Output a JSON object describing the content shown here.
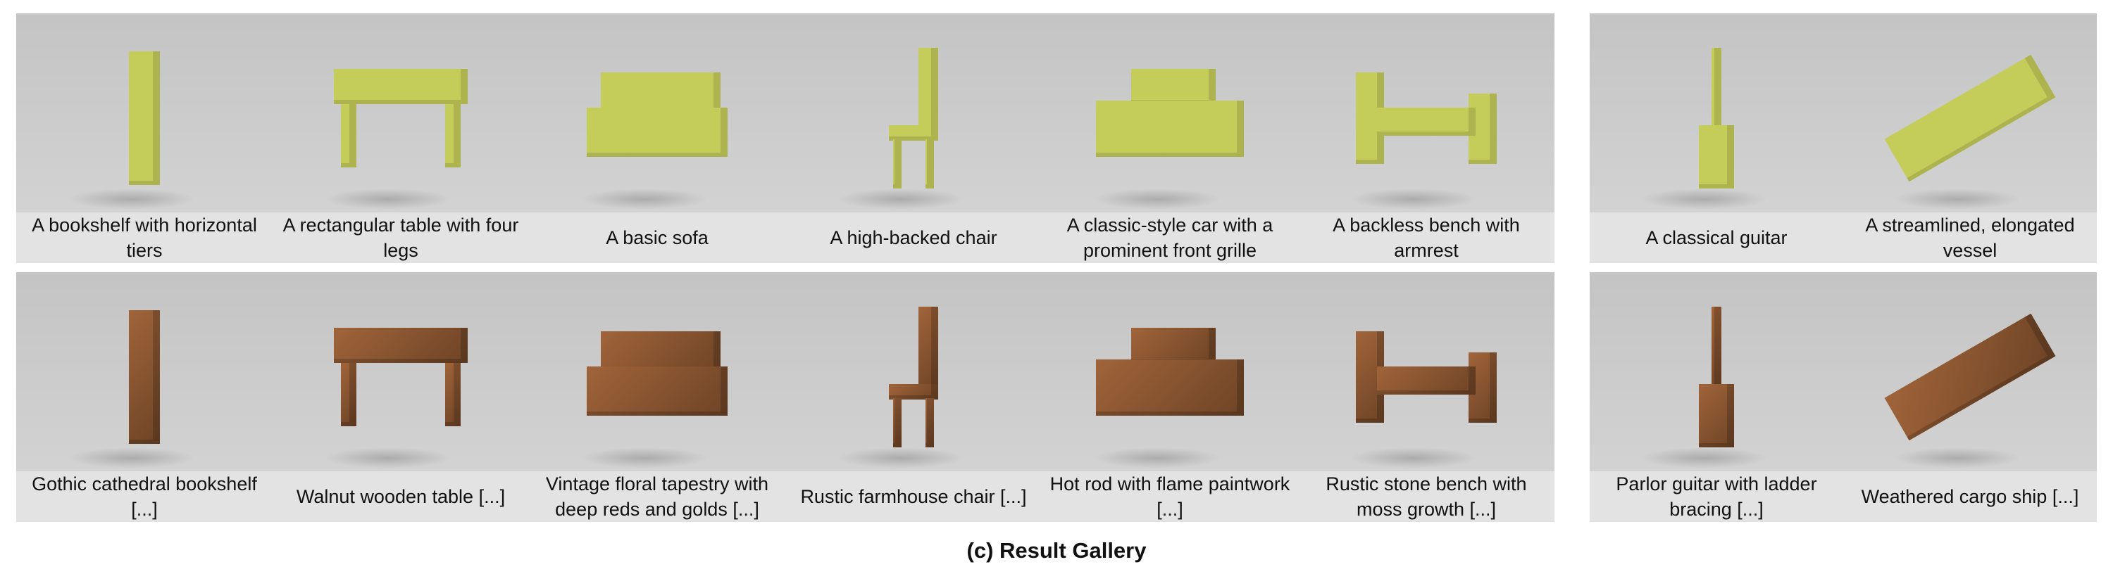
{
  "gallery": {
    "title": "(c) Result Gallery",
    "left_panel": {
      "row1": [
        {
          "caption": "A bookshelf with horizontal tiers",
          "object": "bookshelf"
        },
        {
          "caption": "A rectangular table with four legs",
          "object": "table"
        },
        {
          "caption": "A basic sofa",
          "object": "sofa"
        },
        {
          "caption": "A high-backed chair",
          "object": "chair"
        },
        {
          "caption": "A classic-style car with a prominent front grille",
          "object": "car"
        },
        {
          "caption": "A backless bench with armrest",
          "object": "bench"
        }
      ],
      "row2": [
        {
          "caption": "Gothic cathedral bookshelf [...]",
          "object": "bookshelf"
        },
        {
          "caption": "Walnut wooden table [...]",
          "object": "table"
        },
        {
          "caption": "Vintage floral tapestry with deep reds and golds [...]",
          "object": "sofa"
        },
        {
          "caption": "Rustic farmhouse chair [...]",
          "object": "chair"
        },
        {
          "caption": "Hot rod with flame paintwork [...]",
          "object": "car"
        },
        {
          "caption": "Rustic stone bench with moss growth [...]",
          "object": "bench"
        }
      ]
    },
    "right_panel": {
      "row1": [
        {
          "caption": "A classical guitar",
          "object": "guitar"
        },
        {
          "caption": "A streamlined, elongated vessel",
          "object": "ship"
        }
      ],
      "row2": [
        {
          "caption": "Parlor guitar with ladder bracing [...]",
          "object": "guitar"
        },
        {
          "caption": "Weathered cargo ship [...]",
          "object": "ship"
        }
      ]
    },
    "colors": {
      "untextured": "#c4cc5a",
      "textured": "#8a5530",
      "caption_bg": "#e3e3e3"
    }
  }
}
